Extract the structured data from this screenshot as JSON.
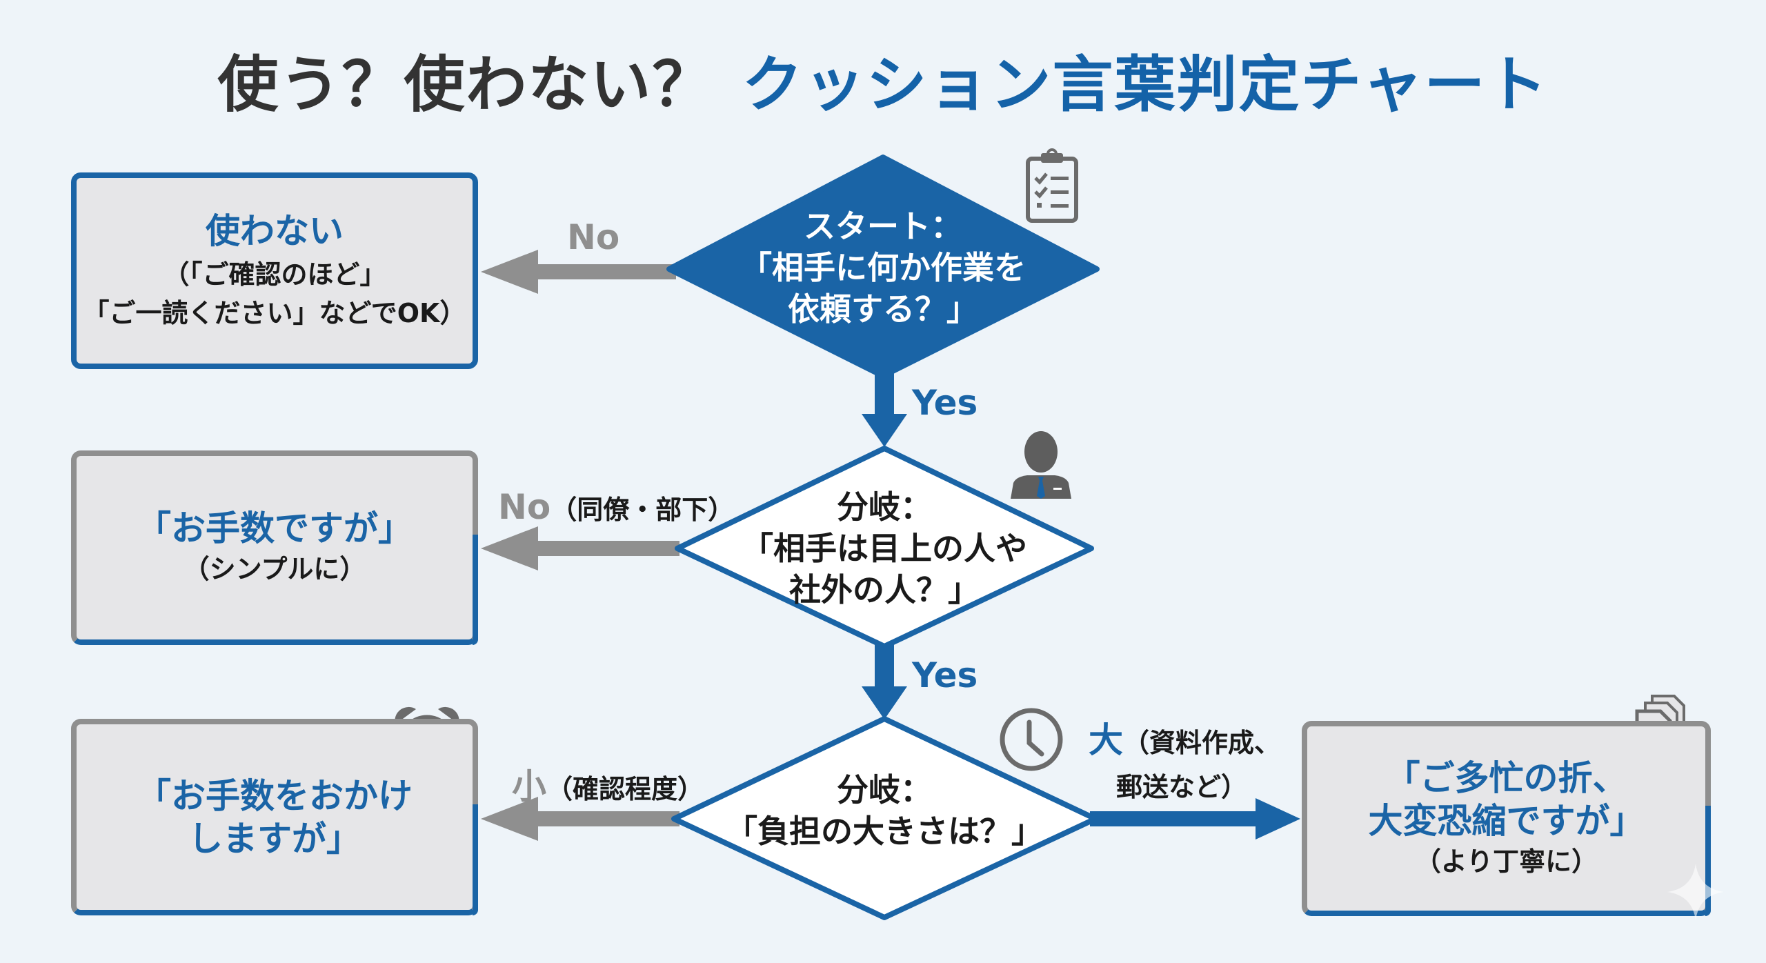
{
  "title": {
    "part1": "使う？使わない？",
    "part2": "クッション言葉判定チャート"
  },
  "colors": {
    "background": "#eef4f9",
    "accent_blue": "#1a64a6",
    "gray": "#8f8f8f",
    "box_fill": "#e6e6e8",
    "text_dark": "#1a1a1a"
  },
  "nodes": {
    "start": {
      "line1": "スタート：",
      "line2": "「相手に何か作業を",
      "line3": "依頼する？」",
      "icon": "clipboard-checklist-icon"
    },
    "branch1": {
      "line1": "分岐：",
      "line2": "「相手は目上の人や",
      "line3": "社外の人？」",
      "icon": "businessperson-icon"
    },
    "branch2": {
      "line1": "分岐：",
      "line2": "「負担の大きさは？」",
      "icon": "clock-icon"
    }
  },
  "results": {
    "no_request": {
      "main": "使わない",
      "sub1": "（「ご確認のほど」",
      "sub2": "「ご一読ください」などでOK）"
    },
    "colleague": {
      "main": "「お手数ですが」",
      "sub": "（シンプルに）"
    },
    "small_burden": {
      "main1": "「お手数をおかけ",
      "main2": "しますが」",
      "icon": "alarm-clock-icon"
    },
    "large_burden": {
      "main1": "「ご多忙の折、",
      "main2": "大変恐縮ですが」",
      "sub": "（より丁寧に）",
      "icon": "documents-icon"
    }
  },
  "edges": {
    "start_no": {
      "label": "No"
    },
    "start_yes": {
      "label": "Yes"
    },
    "branch1_no": {
      "label": "No",
      "detail": "（同僚・部下）"
    },
    "branch1_yes": {
      "label": "Yes"
    },
    "branch2_small": {
      "label": "小",
      "detail": "（確認程度）"
    },
    "branch2_large": {
      "label": "大",
      "detail1": "（資料作成、",
      "detail2": "郵送など）"
    }
  }
}
